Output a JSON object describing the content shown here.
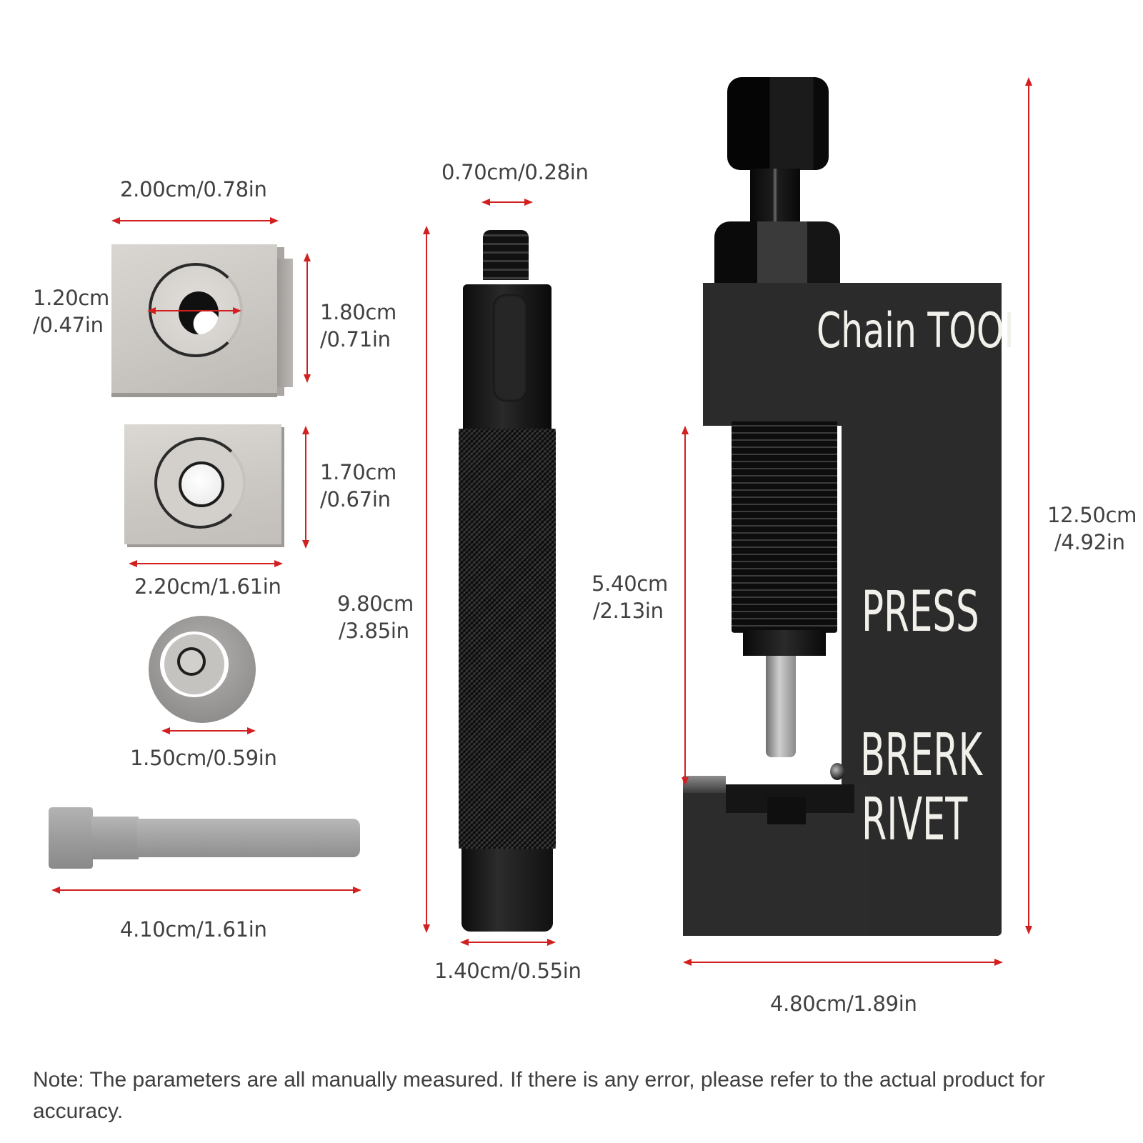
{
  "parts": {
    "block_large": {
      "width_label": "2.00cm/0.78in",
      "hole_label_cm": "1.20cm",
      "hole_label_in": "/0.47in",
      "height_label_cm": "1.80cm",
      "height_label_in": "/0.71in"
    },
    "block_small": {
      "height_label_cm": "1.70cm",
      "height_label_in": "/0.67in",
      "width_label": "2.20cm/1.61in"
    },
    "disc": {
      "diameter_label": "1.50cm/0.59in"
    },
    "pin": {
      "length_label": "4.10cm/1.61in"
    },
    "handle": {
      "tip_label": "0.70cm/0.28in",
      "length_label_cm": "9.80cm",
      "length_label_in": "/3.85in",
      "diameter_label": "1.40cm/0.55in"
    },
    "chain_tool": {
      "engraving_title": "Chain TOOI",
      "engraving_press": "PRESS",
      "engraving_brerk": "BRERK",
      "engraving_rivet": "RIVET",
      "gap_label_cm": "5.40cm",
      "gap_label_in": "/2.13in",
      "height_label_cm": "12.50cm",
      "height_label_in": "/4.92in",
      "width_label": "4.80cm/1.89in"
    }
  },
  "note": "Note: The parameters are all manually measured. If there is any error, please refer to the actual product for accuracy.",
  "colors": {
    "dimension_line": "#d22020",
    "label_text": "#404040",
    "tool_body": "#2c2b2b",
    "engraving": "#f2f0ea"
  }
}
